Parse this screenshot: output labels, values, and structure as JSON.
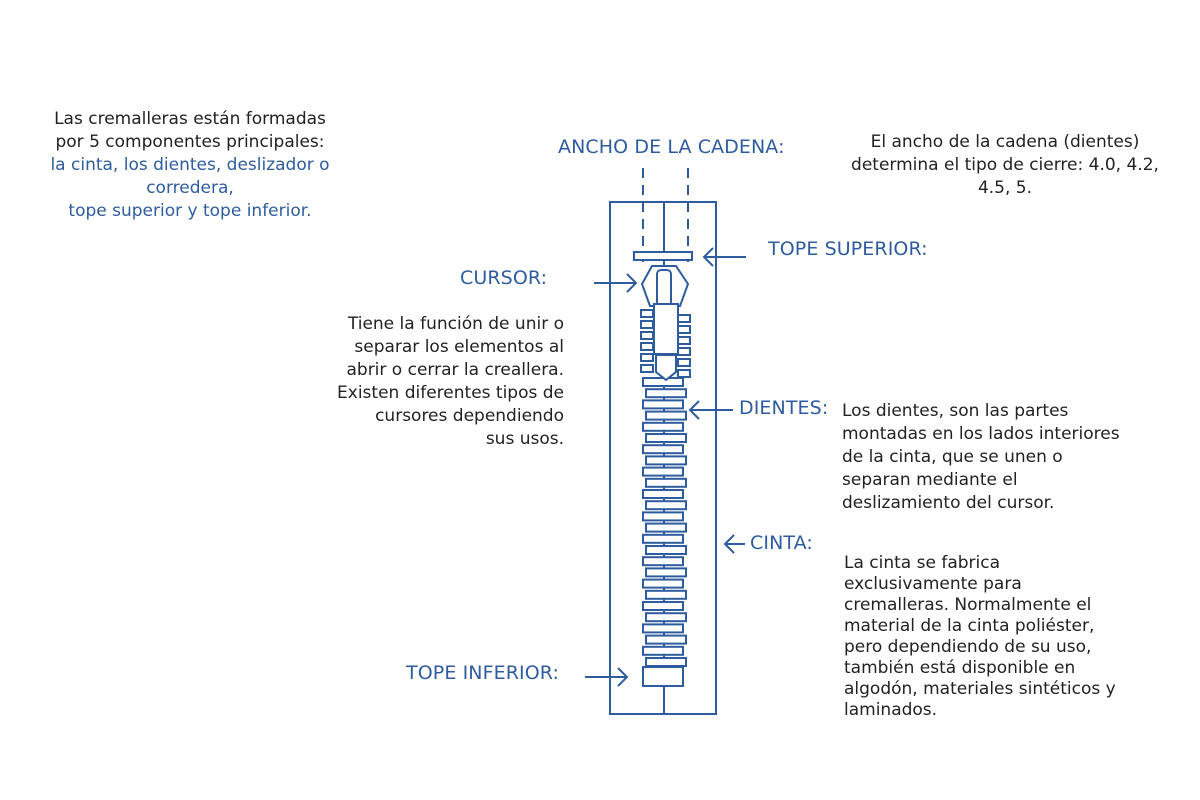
{
  "intro": {
    "line1": "Las cremalleras están formadas",
    "line2": "por 5 componentes principales:",
    "line3": "la cinta, los dientes, deslizador o",
    "line4": "corredera,",
    "line5": "tope superior y tope inferior."
  },
  "labels": {
    "ancho": "ANCHO DE LA CADENA:",
    "tope_superior": "TOPE SUPERIOR:",
    "cursor": "CURSOR:",
    "dientes": "DIENTES:",
    "cinta": "CINTA:",
    "tope_inferior": "TOPE INFERIOR:"
  },
  "ancho_desc": {
    "line1": "El ancho de la cadena (dientes)",
    "line2": "determina el tipo de cierre: 4.0, 4.2,",
    "line3": "4.5, 5."
  },
  "cursor_desc": {
    "line1": "Tiene la función de unir o",
    "line2": "separar los elementos al",
    "line3": "abrir o cerrar la creallera.",
    "line4": "Existen diferentes tipos de",
    "line5": "cursores dependiendo",
    "line6": "sus usos."
  },
  "dientes_desc": {
    "line1": "Los dientes, son las partes",
    "line2": "montadas en los lados interiores",
    "line3": "de la cinta, que se unen o",
    "line4": "separan mediante el",
    "line5": "deslizamiento del cursor."
  },
  "cinta_desc": {
    "line1": "La cinta se fabrica",
    "line2": "exclusivamente para",
    "line3": "cremalleras. Normalmente el",
    "line4": "material de la cinta poliéster,",
    "line5": "pero dependiendo de su uso,",
    "line6": "también está disponible en",
    "line7": "algodón, materiales sintéticos y",
    "line8": "laminados."
  },
  "colors": {
    "accent": "#2f5c9e",
    "text": "#222222"
  }
}
